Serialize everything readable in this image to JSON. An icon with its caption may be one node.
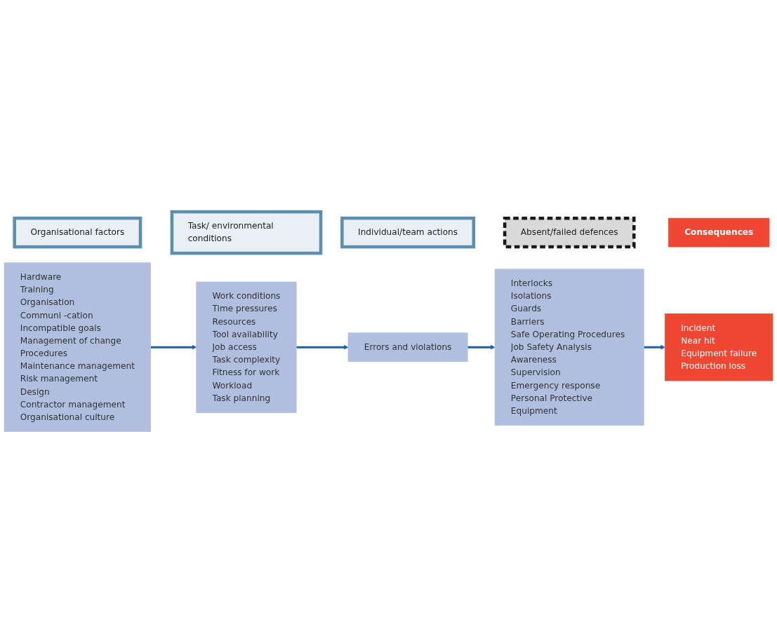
{
  "diagram": {
    "nodes": [
      {
        "text": [
          "Organisational factors"
        ]
      },
      {
        "text": [
          "Task/ environmental conditions"
        ]
      },
      {
        "text": [
          "Individual/team actions"
        ]
      },
      {
        "text": [
          "Absent/failed defences"
        ]
      },
      {
        "text": [
          "Consequences"
        ]
      },
      {
        "text": [
          "Hardware",
          "Training",
          "Organisation",
          "Communi -cation",
          "Incompatible goals",
          "Management of change",
          "Procedures",
          "Maintenance management",
          "Risk management",
          "Design",
          "Contractor management",
          "Organisational culture"
        ]
      },
      {
        "text": [
          "Work conditions",
          "Time pressures",
          "Resources",
          "Tool availability",
          "Job access",
          "Task complexity",
          "Fitness for work",
          "Workload",
          "Task planning"
        ]
      },
      {
        "text": [
          "Errors and violations"
        ]
      },
      {
        "text": [
          "Interlocks",
          "Isolations",
          "Guards",
          "Barriers",
          "Safe Operating Procedures",
          "Job Safety Analysis",
          "Awareness",
          "Supervision",
          "Emergency response",
          "Personal Protective Equipment"
        ]
      },
      {
        "text": [
          "Incident",
          "Near hit",
          "Equipment failure",
          "Production loss"
        ]
      }
    ],
    "edges": [
      {
        "from": 5,
        "to": 6,
        "arrow": "to"
      },
      {
        "from": 6,
        "to": 7,
        "arrow": "to"
      },
      {
        "from": 7,
        "to": 8,
        "arrow": "to"
      },
      {
        "from": 8,
        "to": 9,
        "arrow": "to"
      }
    ]
  }
}
